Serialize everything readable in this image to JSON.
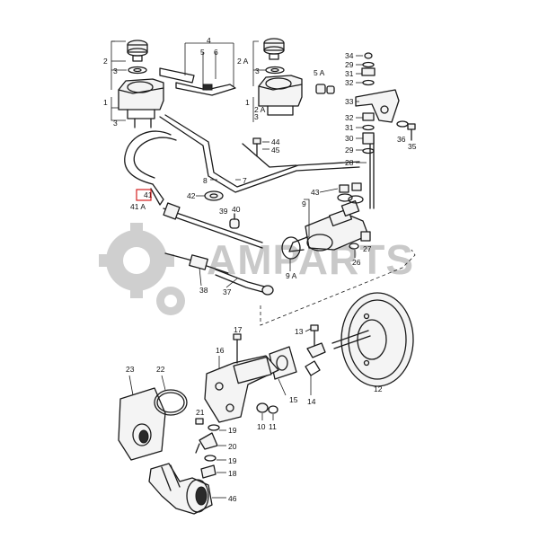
{
  "watermark": {
    "text": "AMPARTS",
    "color": "#c9c9c9"
  },
  "highlight": {
    "callout": "41",
    "color": "#d42020"
  },
  "callouts": {
    "c1": "1",
    "c2": "2",
    "c3": "3",
    "c4": "4",
    "c5": "5",
    "c1b": "1",
    "c2A": "2 A",
    "c2A_lower": "2 A",
    "c3b": "3",
    "c3_upper": "3",
    "c3_lower": "3",
    "c5A": "5 A",
    "c6": "6",
    "c7": "7",
    "c8": "8",
    "c9": "9",
    "c9A": "9 A",
    "c10": "10",
    "c11": "11",
    "c12": "12",
    "c13": "13",
    "c14": "14",
    "c15": "15",
    "c16": "16",
    "c17": "17",
    "c18": "18",
    "c19a": "19",
    "c19b": "19",
    "c20": "20",
    "c21": "21",
    "c22": "22",
    "c23": "23",
    "c26": "26",
    "c27": "27",
    "c28": "28",
    "c29a": "29",
    "c29b": "29",
    "c30": "30",
    "c31a": "31",
    "c31b": "31",
    "c32a": "32",
    "c32b": "32",
    "c33": "33",
    "c34": "34",
    "c35": "35",
    "c36": "36",
    "c37": "37",
    "c38": "38",
    "c39": "39",
    "c40": "40",
    "c41": "41",
    "c41A": "41 A",
    "c42": "42",
    "c43": "43",
    "c44": "44",
    "c45": "45",
    "c46": "46"
  },
  "colors": {
    "line": "#1a1a1a",
    "background": "#ffffff"
  }
}
